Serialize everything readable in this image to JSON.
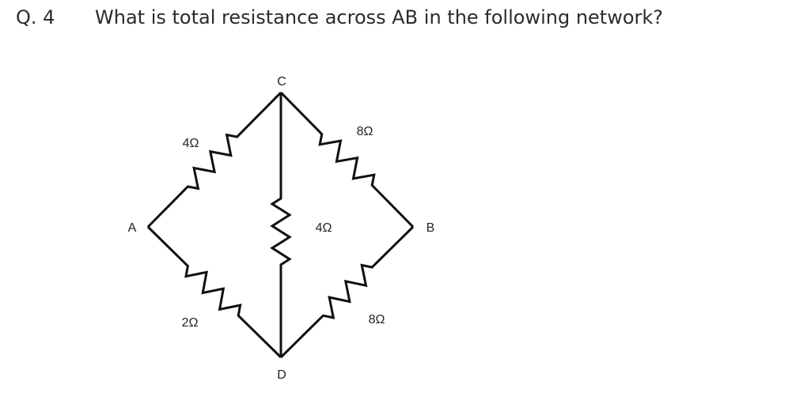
{
  "question": {
    "number": "Q. 4",
    "text": "What is total resistance across AB in the following network?"
  },
  "circuit": {
    "nodes": [
      "A",
      "B",
      "C",
      "D"
    ],
    "resistors": [
      {
        "from": "A",
        "to": "C",
        "label": "4Ω"
      },
      {
        "from": "C",
        "to": "B",
        "label": "8Ω"
      },
      {
        "from": "C",
        "to": "D",
        "label": "4Ω"
      },
      {
        "from": "A",
        "to": "D",
        "label": "2Ω"
      },
      {
        "from": "D",
        "to": "B",
        "label": "8Ω"
      }
    ]
  }
}
